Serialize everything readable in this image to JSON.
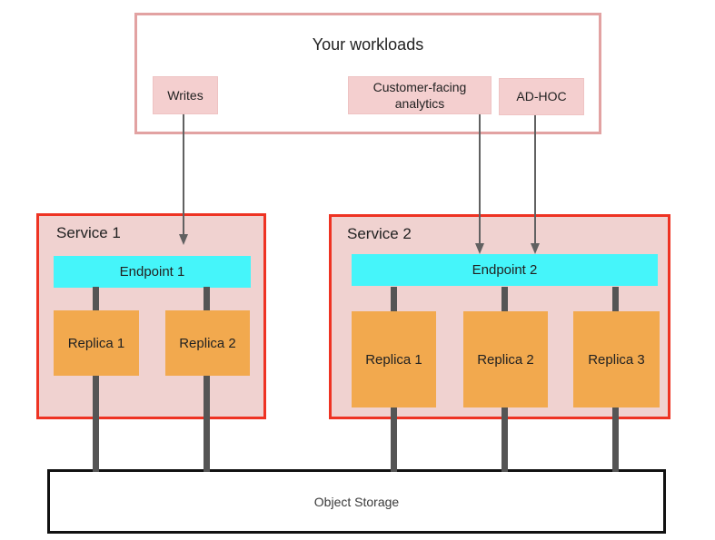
{
  "diagram": {
    "workloads": {
      "title": "Your workloads",
      "items": [
        {
          "label": "Writes"
        },
        {
          "label": "Customer-facing analytics"
        },
        {
          "label": "AD-HOC"
        }
      ]
    },
    "services": [
      {
        "name": "Service 1",
        "endpoint": "Endpoint 1",
        "replicas": [
          "Replica 1",
          "Replica 2"
        ]
      },
      {
        "name": "Service 2",
        "endpoint": "Endpoint 2",
        "replicas": [
          "Replica 1",
          "Replica 2",
          "Replica 3"
        ]
      }
    ],
    "storage": {
      "label": "Object Storage"
    }
  },
  "colors": {
    "workloads-border": "#E2A2A2",
    "workload-item-bg": "#F4CFCF",
    "workload-item-border": "#EFC3C3",
    "service-border": "#EE3323",
    "service-bg": "#F0D2D0",
    "endpoint-bg": "#45F5FA",
    "replica-bg": "#F2A94E",
    "connector": "#555555",
    "arrow": "#616161",
    "storage-border": "#111111",
    "storage-text": "#3a3a3a",
    "text": "#222222"
  }
}
